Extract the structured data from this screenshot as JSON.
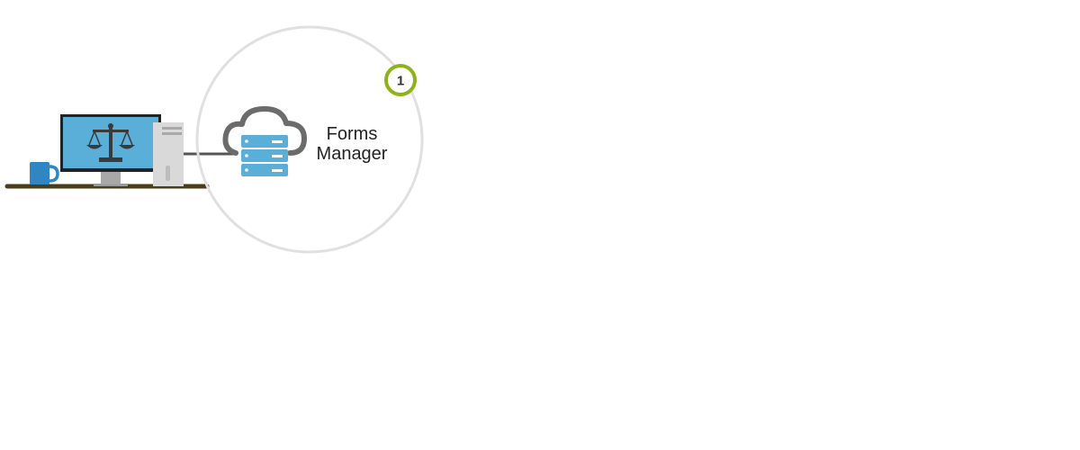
{
  "diagram": {
    "service": {
      "label_line1": "Forms",
      "label_line2": "Manager",
      "icon": "cloud-server-icon"
    },
    "step_badge": {
      "number": "1",
      "color": "#8db31a"
    },
    "workstation": {
      "monitor_icon": "scales-of-justice-icon",
      "tower_icon": "computer-tower-icon",
      "mug_icon": "mug-icon",
      "desk_icon": "desk-icon"
    },
    "colors": {
      "screen": "#5aafd8",
      "server": "#5aafd8",
      "cloud": "#6b6b6b",
      "circle_border": "#e0e0e0",
      "desk": "#4a3e1a",
      "mug": "#2f86c2",
      "tower": "#d9d9d9",
      "connector": "#555555"
    }
  }
}
